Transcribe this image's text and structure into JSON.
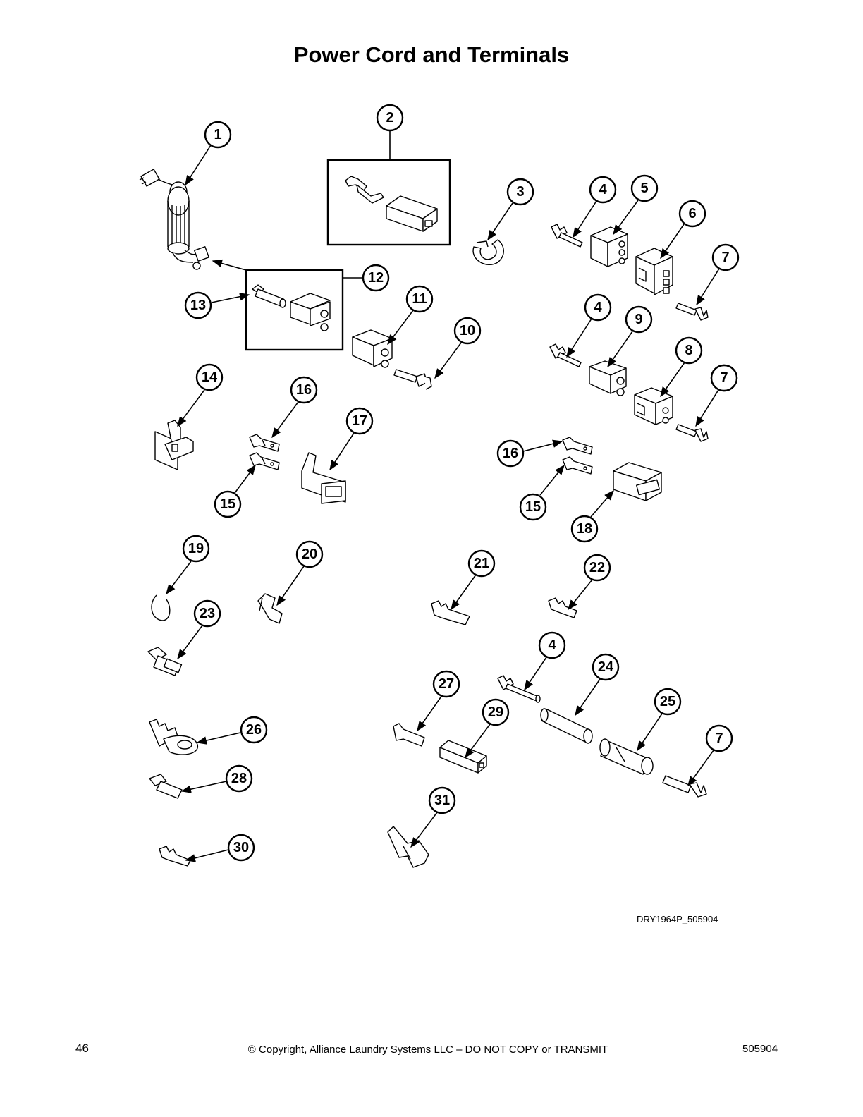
{
  "page": {
    "title": "Power Cord and Terminals",
    "drawing_id": "DRY1964P_505904",
    "page_number": "46",
    "copyright": "© Copyright, Alliance Laundry Systems LLC – DO NOT COPY or TRANSMIT",
    "doc_number": "505904"
  },
  "callouts": [
    "1",
    "2",
    "3",
    "4",
    "5",
    "6",
    "7",
    "7",
    "12",
    "13",
    "11",
    "10",
    "4",
    "9",
    "8",
    "7",
    "14",
    "16",
    "17",
    "16",
    "15",
    "15",
    "18",
    "19",
    "20",
    "21",
    "22",
    "23",
    "4",
    "24",
    "27",
    "25",
    "7",
    "29",
    "26",
    "28",
    "31",
    "30"
  ]
}
